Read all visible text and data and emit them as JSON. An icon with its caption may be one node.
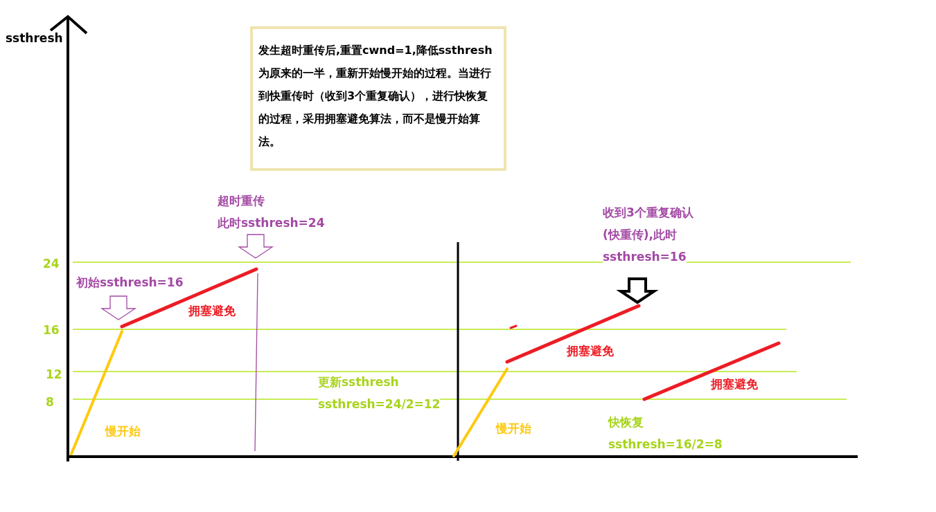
{
  "diagram": {
    "nodes": [
      {
        "text": [
          "发生超时重传后,重置cwnd=1,降低ssthresh为原来的一半，重新开始慢开始的过程。当进行到快重传时（收到3个重复确认），进行快恢复的过程，采用拥塞避免算法，而不是慢开始算法。"
        ]
      }
    ],
    "edges": [],
    "labels": [
      "ssthresh",
      "超时重传",
      "此时ssthresh=24",
      "收到3个重复确认",
      "(快重传),此时",
      "ssthresh=16",
      "24",
      "初始ssthresh=16",
      "拥塞避免",
      "16",
      "拥塞避免",
      "12",
      "更新ssthresh",
      "拥塞避免",
      "ssthresh=24/2=12",
      "8",
      "慢开始",
      "慢开始",
      "快恢复",
      "ssthresh=16/2=8"
    ]
  }
}
